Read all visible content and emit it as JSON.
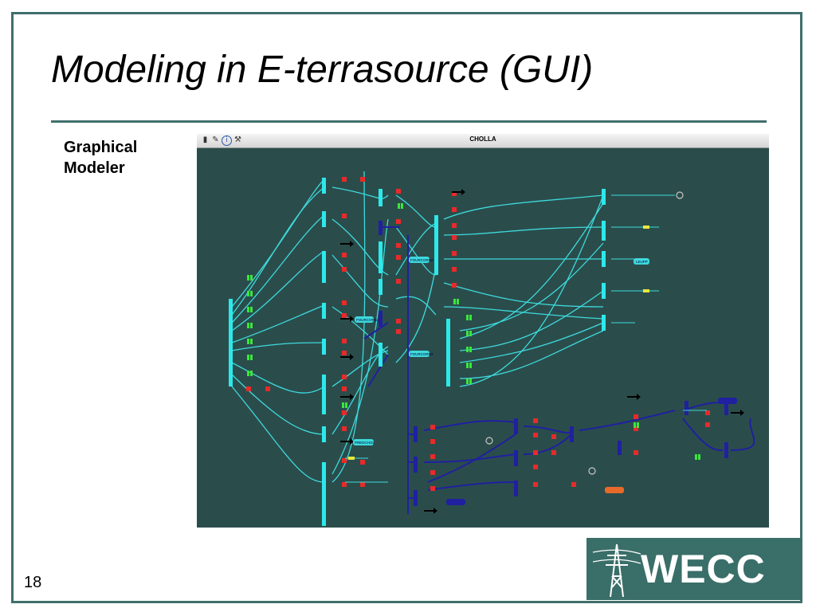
{
  "slide": {
    "title": "Modeling in E-terrasource (GUI)",
    "caption": "Graphical Modeler",
    "page_number": "18"
  },
  "app": {
    "window_title": "CHOLLA",
    "toolbar_icons": [
      "page-icon",
      "edit-icon",
      "info-icon",
      "tools-icon"
    ],
    "colors": {
      "canvas_bg": "#2a4d4b",
      "line": "#3ed9dd",
      "bus": "#2de8ea",
      "breaker_closed": "#e82a2a",
      "switch_green": "#3ce63c",
      "link_dark": "#2020a0",
      "load_label": "#e86a2a"
    },
    "labels": {
      "fourcorn1": "FOURCORN1",
      "fourcorn2": "FOURCORN2",
      "fourcorn3": "FOURCORN3",
      "predchol": "PREDCHOL",
      "leupp": "LEUPP"
    }
  },
  "logo": {
    "text": "WECC"
  }
}
